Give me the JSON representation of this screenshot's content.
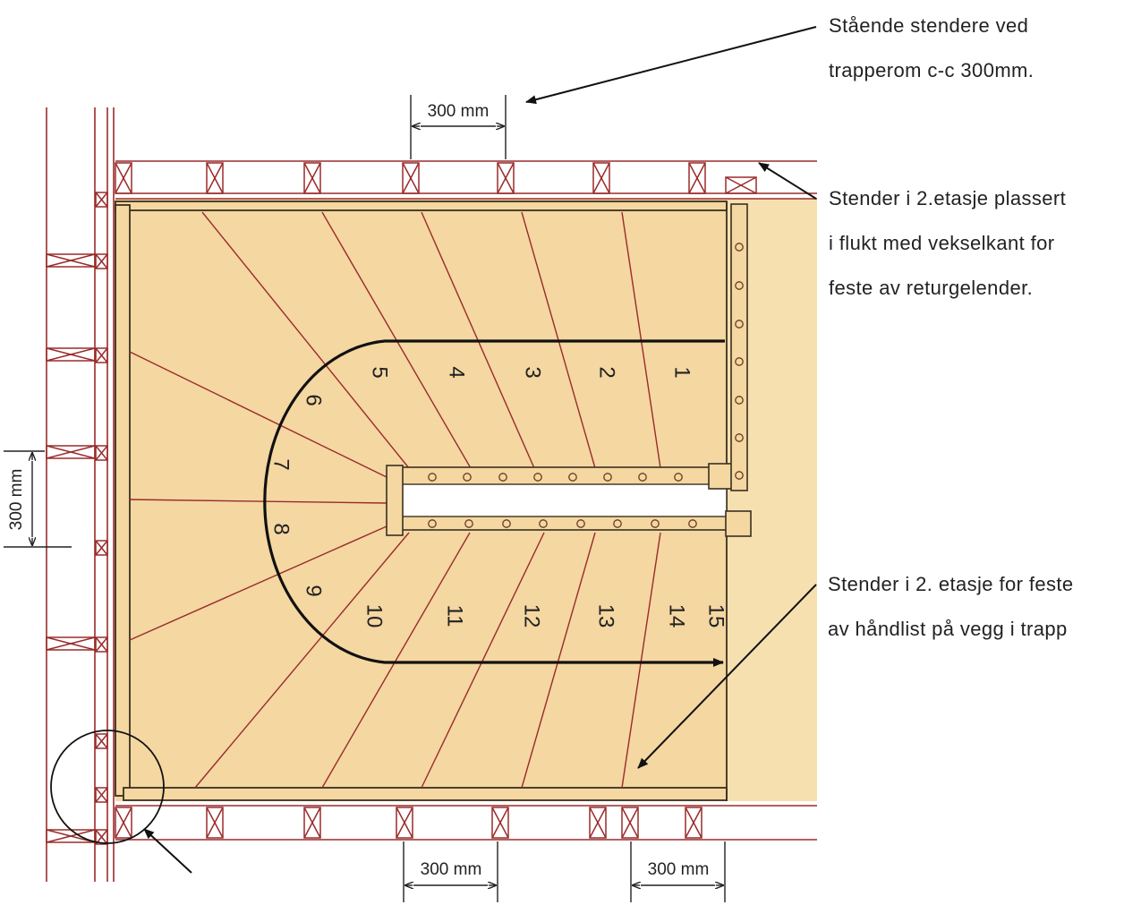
{
  "colors": {
    "stair_fill": "#f4d7a1",
    "floor_fill": "#f7e0b0",
    "framing": "#9a2b2b",
    "outline": "#3a3020",
    "annotation": "#111111"
  },
  "notes": {
    "top": [
      "Stående stendere ved",
      "trapperom c-c 300mm."
    ],
    "right_upper": [
      "Stender i 2.etasje plassert",
      "i flukt med vekselkant for",
      "feste av returgelender."
    ],
    "right_lower": [
      "Stender i 2. etasje for feste",
      "av håndlist på vegg i trapp"
    ]
  },
  "dimensions": {
    "top": "300 mm",
    "left": "300 mm",
    "bottom_left": "300 mm",
    "bottom_right": "300 mm"
  },
  "steps": [
    "1",
    "2",
    "3",
    "4",
    "5",
    "6",
    "7",
    "8",
    "9",
    "10",
    "11",
    "12",
    "13",
    "14",
    "15"
  ]
}
